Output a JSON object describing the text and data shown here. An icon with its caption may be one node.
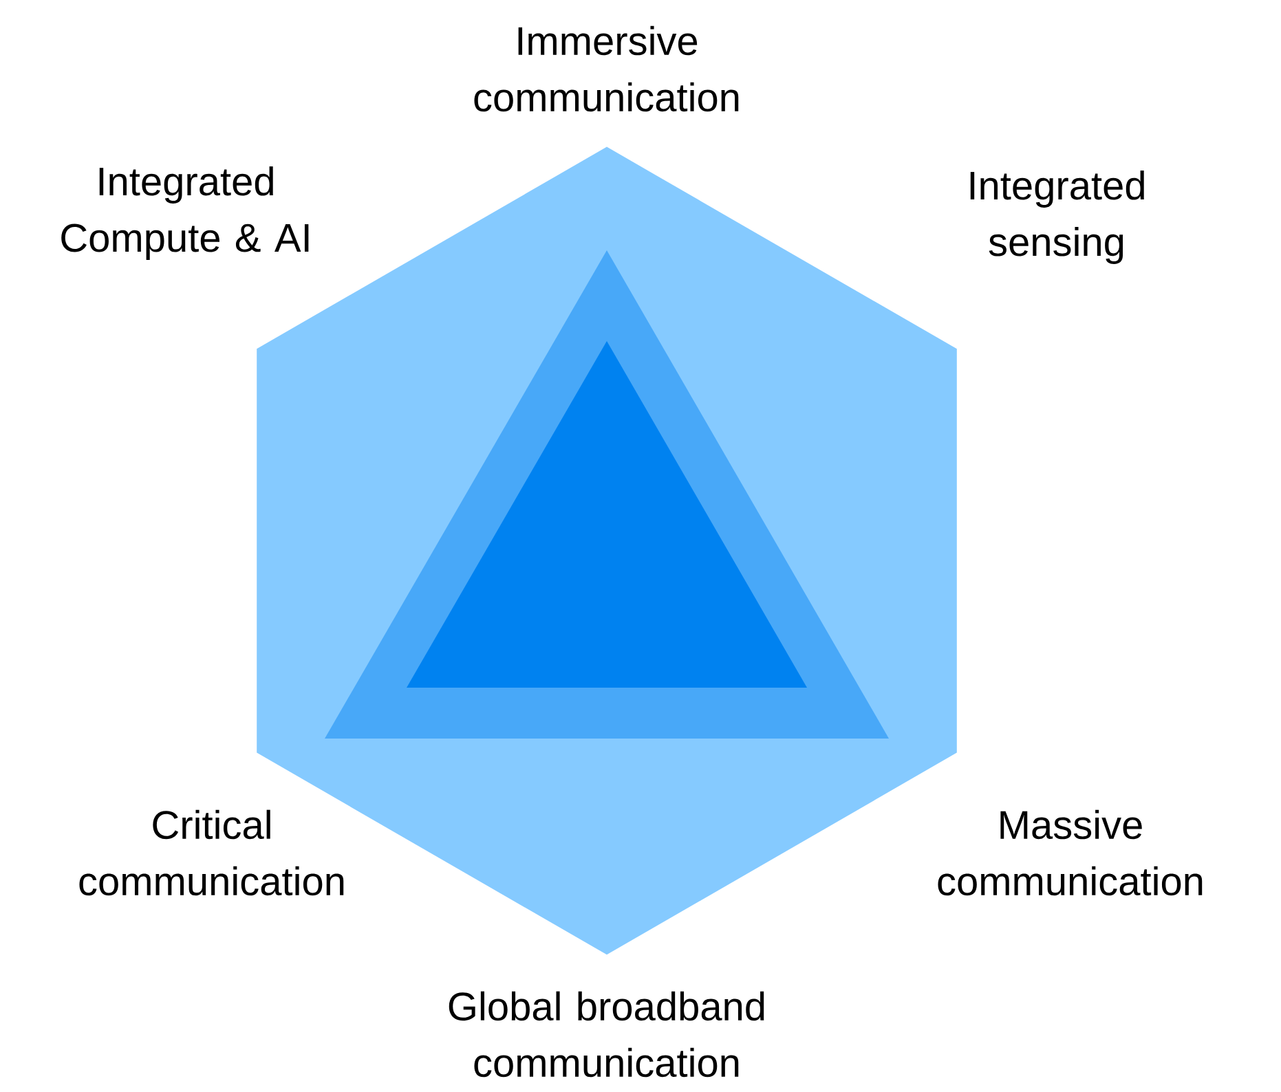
{
  "diagram": {
    "nodes": [
      {
        "text": [],
        "shape": "hexagon"
      },
      {
        "text": [],
        "shape": "triangle",
        "in": 0
      },
      {
        "text": [],
        "shape": "triangle",
        "in": 1
      }
    ],
    "labels": [
      "Immersive communication",
      "Integrated Compute & AI",
      "Integrated sensing",
      "Critical communication",
      "Massive communication",
      "Global broadband communication"
    ]
  }
}
